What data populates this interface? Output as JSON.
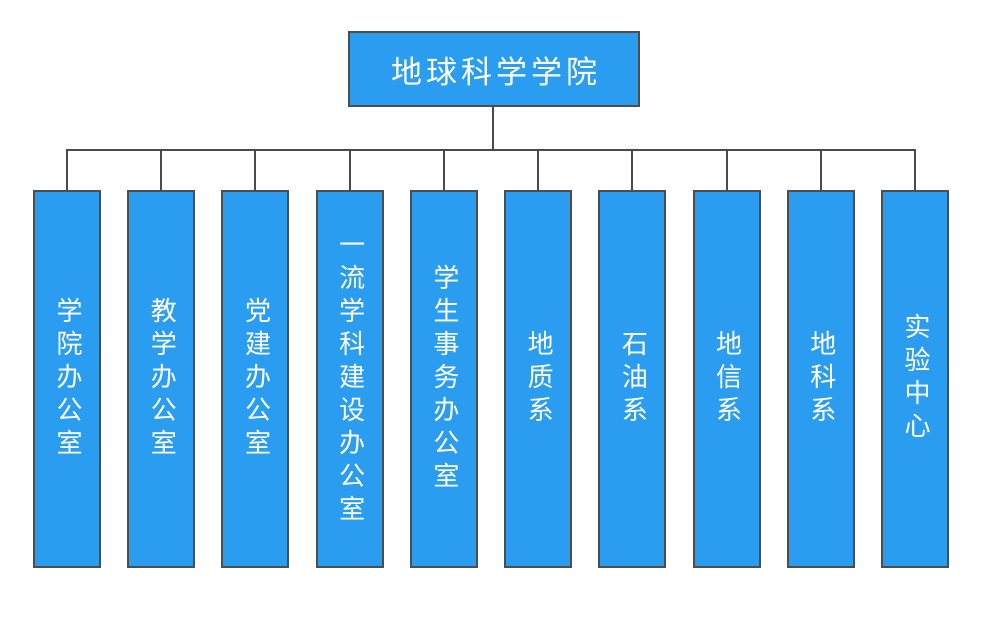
{
  "root": {
    "label": "地球科学学院"
  },
  "departments": [
    {
      "label": "学院办公室"
    },
    {
      "label": "教学办公室"
    },
    {
      "label": "党建办公室"
    },
    {
      "label": "一流学科建设办公室"
    },
    {
      "label": "学生事务办公室"
    },
    {
      "label": "地质系"
    },
    {
      "label": "石油系"
    },
    {
      "label": "地信系"
    },
    {
      "label": "地科系"
    },
    {
      "label": "实验中心"
    }
  ],
  "colors": {
    "node-fill": "#2B9DF0",
    "node-border": "#4D4D4D",
    "connector": "#4A4A4A",
    "node-text": "#FFFFFF",
    "background": "#FFFFFF"
  }
}
